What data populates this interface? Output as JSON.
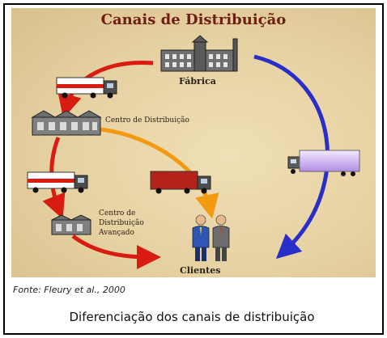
{
  "figure": {
    "title": "Canais de Distribuição",
    "nodes": {
      "fabrica": "Fábrica",
      "centro_distribuicao": "Centro de Distribuição",
      "centro_avancado": [
        "Centro de",
        "Distribuição",
        "Avançado"
      ],
      "clientes": "Clientes"
    },
    "icons": [
      "factory-icon",
      "warehouse-icon",
      "truck-icon",
      "people-icon"
    ],
    "colors": {
      "red_route": "#d81c12",
      "orange_route": "#f19a12",
      "blue_route": "#2a2ec8",
      "title": "#6e1e12"
    }
  },
  "source": "Fonte: Fleury  et al., 2000",
  "caption": "Diferenciação dos canais de distribuição"
}
